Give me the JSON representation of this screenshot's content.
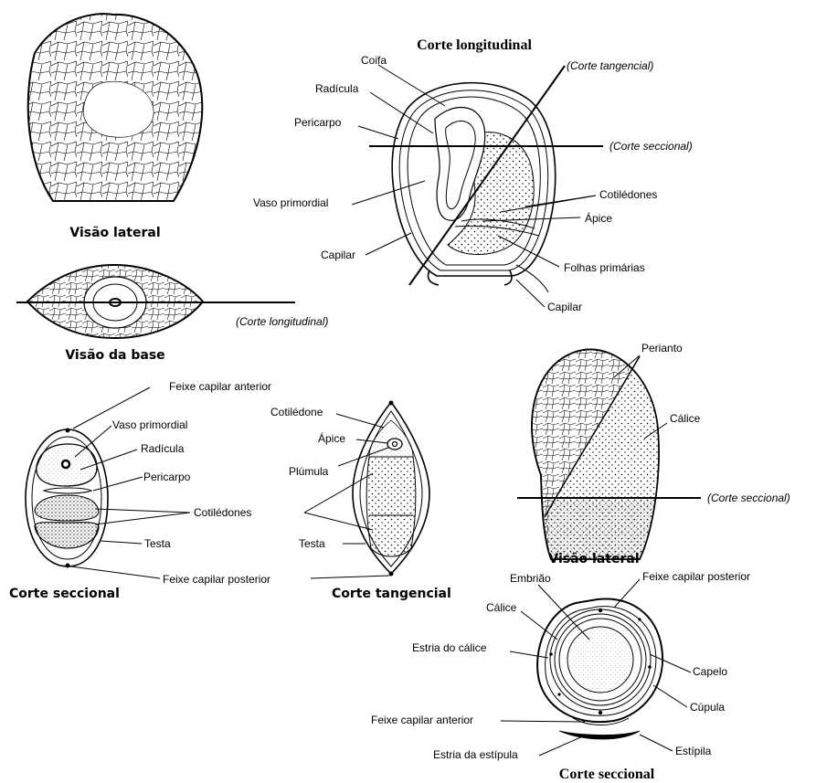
{
  "headings": {
    "lateral_view": "Visão lateral",
    "base_view": "Visão da base",
    "longitudinal_section": "Corte longitudinal",
    "cross_section_left": "Corte seccional",
    "tangential_section": "Corte tangencial",
    "lateral_view_right": "Visão lateral",
    "cross_section_bottom": "Corte seccional"
  },
  "cut_lines": {
    "tangential_cut": "(Corte tangencial)",
    "sectional_cut_top": "(Corte seccional)",
    "longitudinal_cut": "(Corte longitudinal)",
    "sectional_cut_right": "(Corte seccional)"
  },
  "longitudinal_labels": {
    "coifa": "Coifa",
    "radicula": "Radícula",
    "pericarpo": "Pericarpo",
    "vaso_primordial": "Vaso primordial",
    "capilar_left": "Capilar",
    "cotiledones": "Cotilédones",
    "apice": "Ápice",
    "folhas_primarias": "Folhas primárias",
    "capilar_right": "Capilar"
  },
  "cross_labels": {
    "feixe_anterior": "Feixe capilar anterior",
    "vaso_primordial": "Vaso primordial",
    "radicula": "Radícula",
    "pericarpo": "Pericarpo",
    "cotiledones": "Cotilédones",
    "testa_left": "Testa",
    "feixe_posterior": "Feixe capilar posterior"
  },
  "tangential_labels": {
    "cotiledone": "Cotilédone",
    "apice": "Ápice",
    "plumula": "Plúmula",
    "testa": "Testa"
  },
  "lateral_right_labels": {
    "perianto": "Perianto",
    "calice": "Cálice"
  },
  "bottom_section_labels": {
    "embriao": "Embrião",
    "feixe_posterior": "Feixe capilar posterior",
    "calice": "Cálice",
    "estria_calice": "Estria do cálice",
    "capelo": "Capelo",
    "cupula": "Cúpula",
    "feixe_anterior": "Feixe capilar anterior",
    "estria_estipula": "Estria da estípula",
    "estipila": "Estípila"
  }
}
